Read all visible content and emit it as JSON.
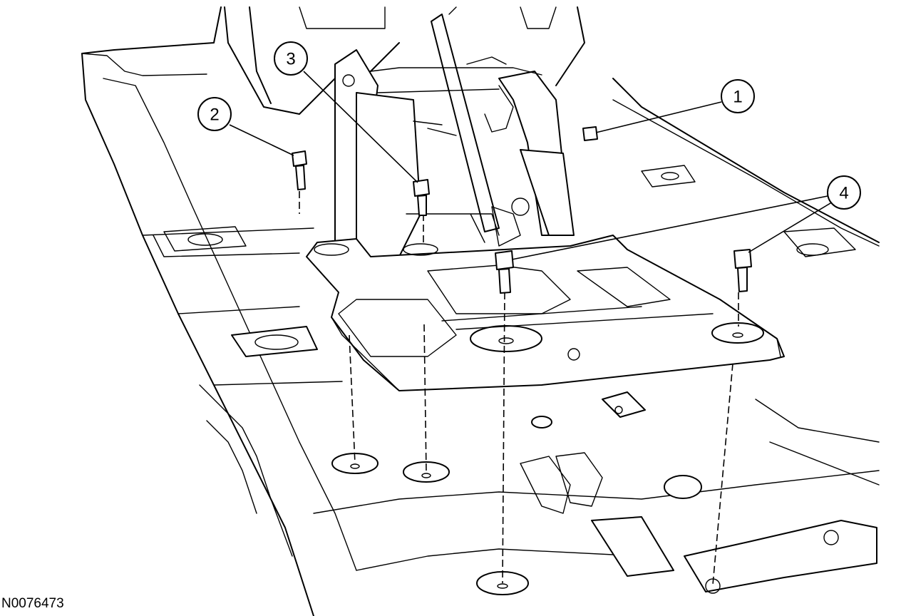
{
  "callouts": [
    {
      "id": "1",
      "label": "1"
    },
    {
      "id": "2",
      "label": "2"
    },
    {
      "id": "3",
      "label": "3"
    },
    {
      "id": "4",
      "label": "4"
    }
  ],
  "reference_code": "N0076473"
}
